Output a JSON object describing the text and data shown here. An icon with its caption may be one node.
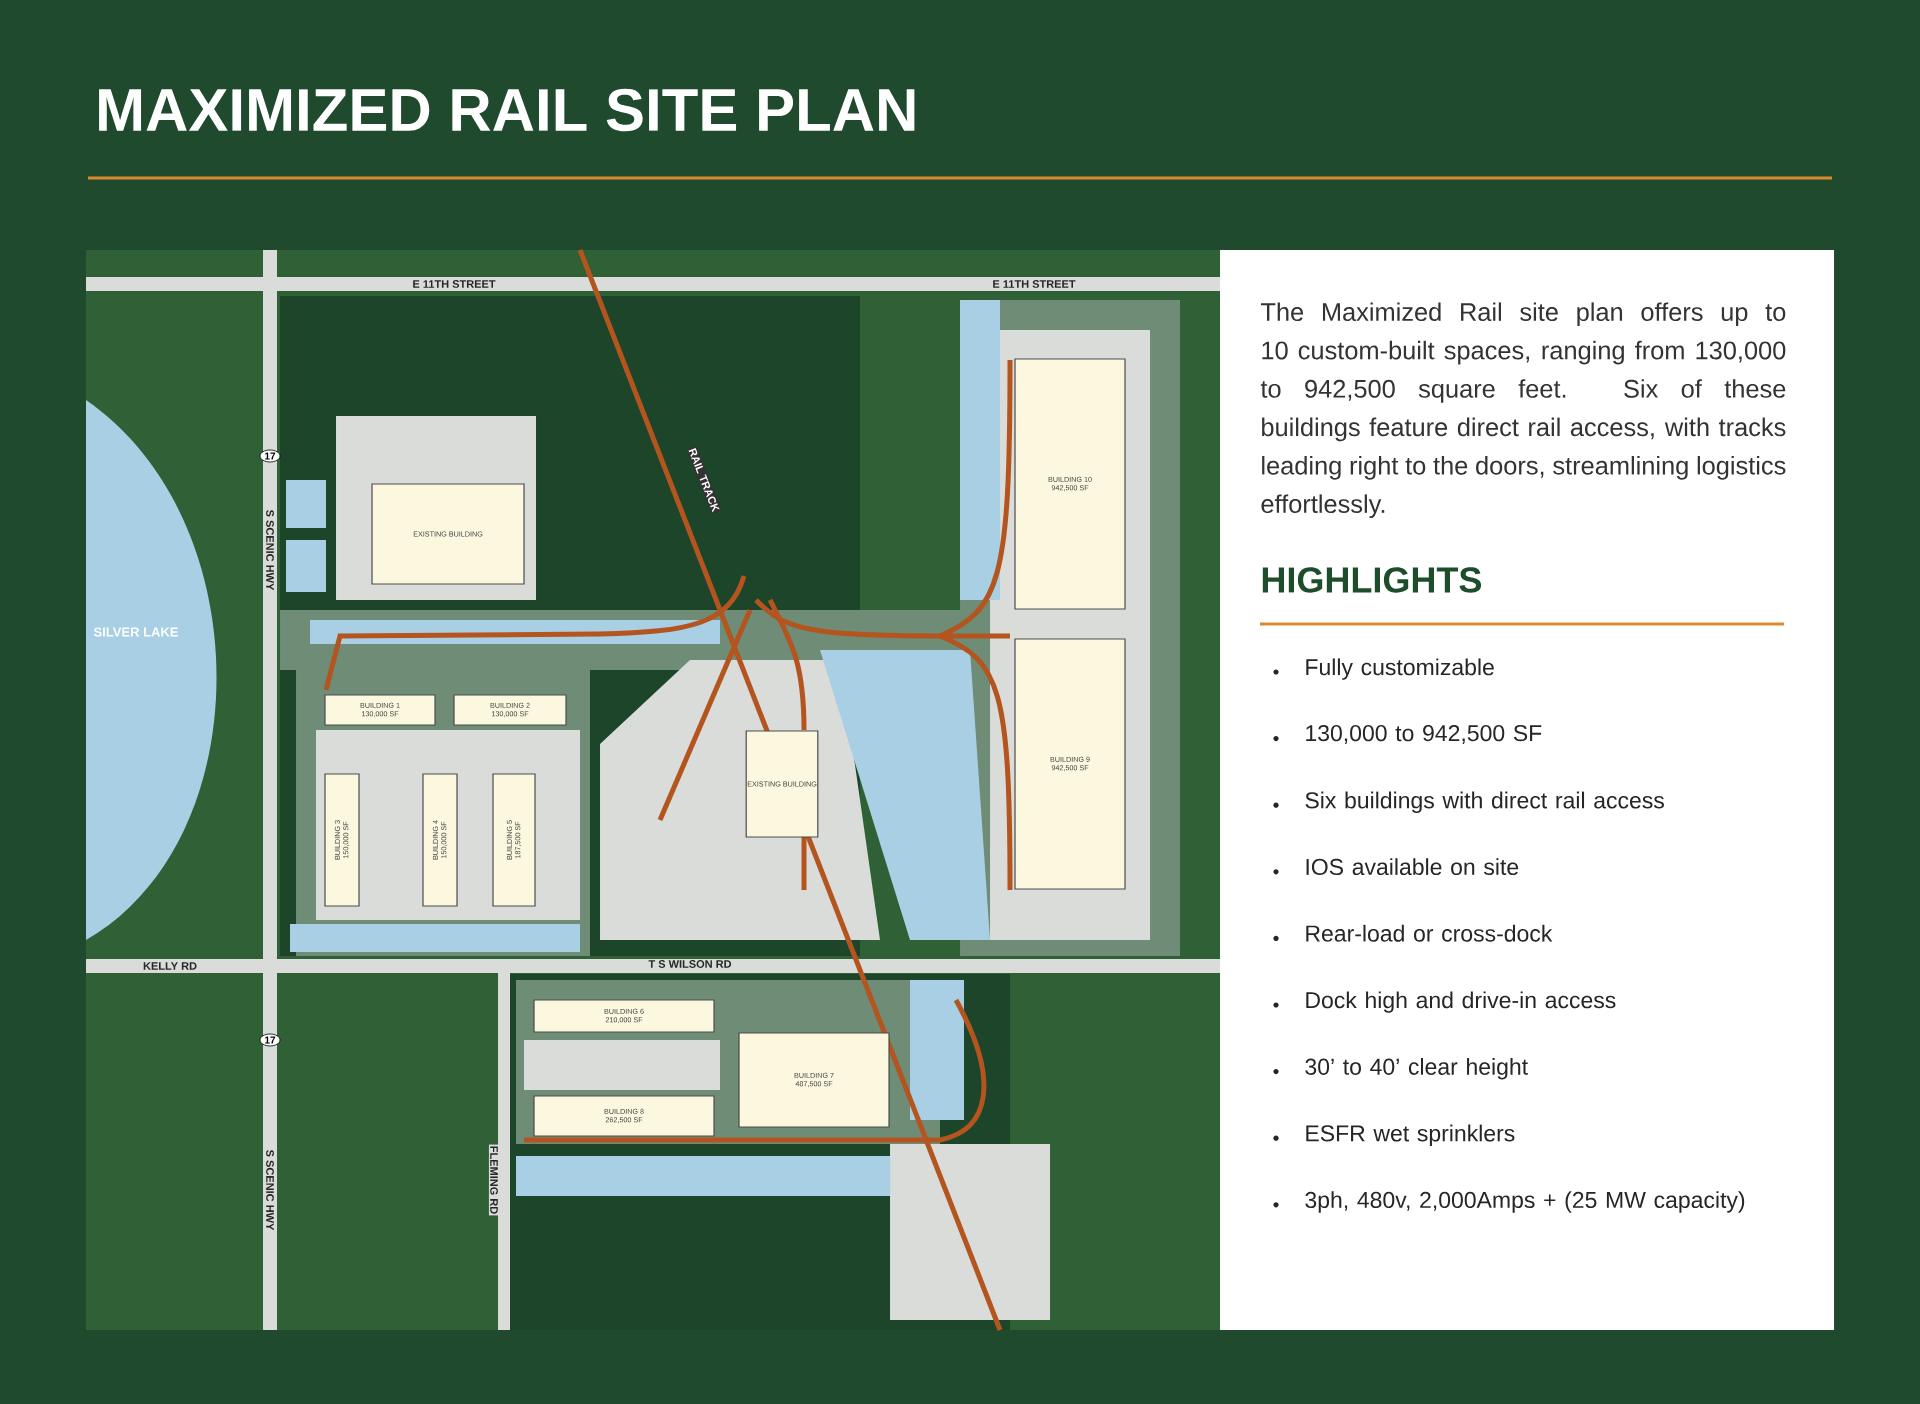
{
  "diagram": {
    "title": "MAXIMIZED RAIL SITE PLAN",
    "nodes": [
      {
        "text": [
          "EXISTING BUILDING"
        ]
      },
      {
        "text": [
          "BUILDING 10",
          "942,500 SF"
        ]
      },
      {
        "text": [
          "SILVER LAKE"
        ]
      },
      {
        "text": [
          "BUILDING 1",
          "130,000 SF"
        ]
      },
      {
        "text": [
          "BUILDING 2",
          "130,000 SF"
        ]
      },
      {
        "text": [
          "EXISTING BUILDING"
        ]
      },
      {
        "text": [
          "BUILDING 9",
          "942,500 SF"
        ]
      },
      {
        "text": [
          "BUILDING 3",
          "150,000 SF"
        ]
      },
      {
        "text": [
          "BUILDING 4",
          "150,000 SF"
        ]
      },
      {
        "text": [
          "BUILDING 5",
          "187,500 SF"
        ]
      },
      {
        "text": [
          "BUILDING 6",
          "210,000 SF"
        ]
      },
      {
        "text": [
          "BUILDING 7",
          "487,500 SF"
        ]
      },
      {
        "text": [
          "BUILDING 8",
          "262,500 SF"
        ]
      }
    ],
    "labels": [
      "E 11TH STREET",
      "E 11TH STREET",
      "17",
      "S SCENIC HWY",
      "RAIL TRACK",
      "KELLY RD",
      "T S WILSON RD",
      "17",
      "S SCENIC HWY",
      "FLEMING RD",
      "The Maximized Rail site plan offers up to 10 custom-built spaces, ranging from 130,000 to 942,500 square feet. Six of these buildings feature direct rail access, with tracks leading right to the doors, streamlining logistics effortlessly.",
      "HIGHLIGHTS",
      "Fully customizable",
      "130,000 to 942,500 SF",
      "Six buildings with direct rail access",
      "IOS available on site",
      "Rear-load or cross-dock",
      "Dock high and drive-in access",
      "30’ to 40’ clear height",
      "ESFR wet sprinklers",
      "3ph, 480v, 2,000Amps + (25 MW capacity)"
    ]
  }
}
